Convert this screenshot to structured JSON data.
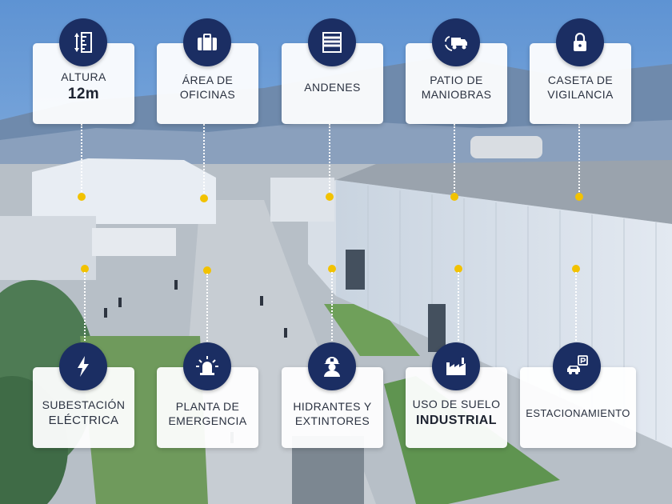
{
  "colors": {
    "badge": "#1b2e63",
    "pin": "#f2c200",
    "card": "#ffffff"
  },
  "features_top": [
    {
      "icon": "ruler-height-icon",
      "line1": "ALTURA",
      "line2": "12m"
    },
    {
      "icon": "briefcase-icon",
      "line1": "ÁREA DE",
      "line2": "OFICINAS"
    },
    {
      "icon": "dock-doors-icon",
      "line1": "ANDENES",
      "line2": ""
    },
    {
      "icon": "truck-icon",
      "line1": "PATIO DE",
      "line2": "MANIOBRAS"
    },
    {
      "icon": "lock-icon",
      "line1": "CASETA DE",
      "line2": "VIGILANCIA"
    }
  ],
  "features_bottom": [
    {
      "icon": "lightning-icon",
      "line1": "SUBESTACIÓN",
      "line2": "ELÉCTRICA"
    },
    {
      "icon": "siren-icon",
      "line1": "PLANTA DE",
      "line2": "EMERGENCIA"
    },
    {
      "icon": "firefighter-icon",
      "line1": "HIDRANTES Y",
      "line2": "EXTINTORES"
    },
    {
      "icon": "factory-icon",
      "line1": "USO DE SUELO",
      "line2": "INDUSTRIAL"
    },
    {
      "icon": "parking-car-icon",
      "line1": "ESTACIONAMIENTO",
      "line2": ""
    }
  ]
}
